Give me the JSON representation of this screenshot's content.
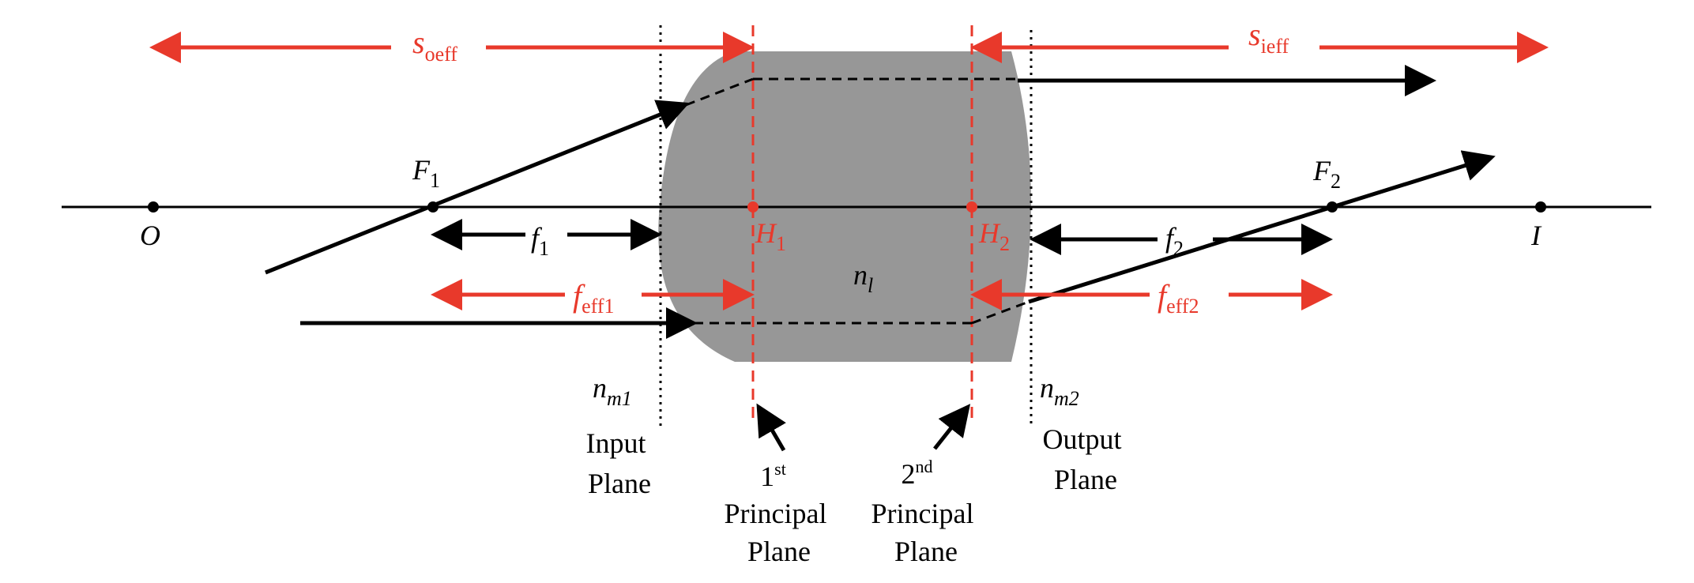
{
  "colors": {
    "accent_red": "#e8392b",
    "lens_gray": "#979797",
    "ink": "#000000"
  },
  "labels": {
    "object_point": "O",
    "image_point": "I",
    "focal_point_1": {
      "main": "F",
      "sub": "1"
    },
    "focal_point_2": {
      "main": "F",
      "sub": "2"
    },
    "principal_point_1": {
      "main": "H",
      "sub": "1"
    },
    "principal_point_2": {
      "main": "H",
      "sub": "2"
    },
    "focal_length_1": {
      "main": "f",
      "sub": "1"
    },
    "focal_length_2": {
      "main": "f",
      "sub": "2"
    },
    "effective_focal_1": {
      "main": "f",
      "sub": "eff1"
    },
    "effective_focal_2": {
      "main": "f",
      "sub": "eff2"
    },
    "object_distance": {
      "main": "s",
      "sub": "oeff"
    },
    "image_distance": {
      "main": "s",
      "sub": "ieff"
    },
    "lens_index": {
      "main": "n",
      "sub": "l"
    },
    "medium_index_1": {
      "main": "n",
      "sub": "m1"
    },
    "medium_index_2": {
      "main": "n",
      "sub": "m2"
    },
    "input_plane": [
      "Input",
      "Plane"
    ],
    "output_plane": [
      "Output",
      "Plane"
    ],
    "first_principal_plane": {
      "ordinal": "1",
      "suffix": "st",
      "line2": "Principal",
      "line3": "Plane"
    },
    "second_principal_plane": {
      "ordinal": "2",
      "suffix": "nd",
      "line2": "Principal",
      "line3": "Plane"
    }
  }
}
